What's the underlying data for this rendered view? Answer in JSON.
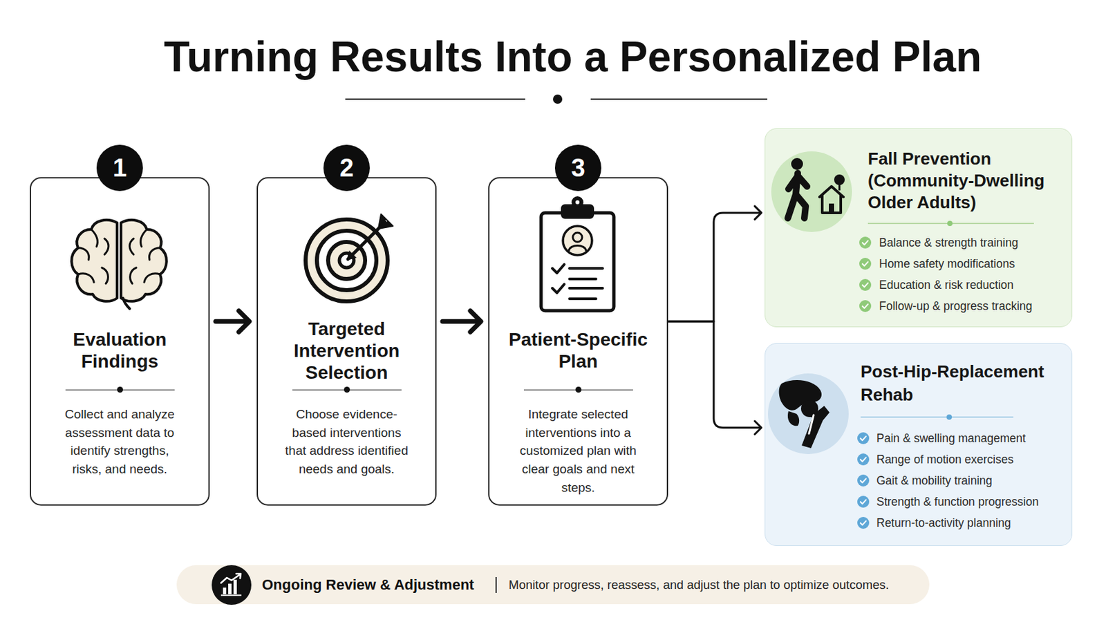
{
  "diagram": {
    "title": "Turning Results Into a Personalized Plan",
    "nodes": [
      {
        "text": [
          "Evaluation Findings",
          "Collect and analyze assessment data to identify strengths, risks, and needs."
        ]
      },
      {
        "text": [
          "1"
        ],
        "in": 0
      },
      {
        "text": [
          "Targeted Intervention Selection",
          "Choose evidence-based interventions that address identified needs and goals."
        ]
      },
      {
        "text": [
          "2"
        ],
        "in": 2
      },
      {
        "text": [
          "Patient-Specific Plan",
          "Integrate selected interventions into a customized plan with clear goals and next steps."
        ]
      },
      {
        "text": [
          "3"
        ],
        "in": 4
      },
      {
        "text": [
          "Fall Prevention (Community-Dwelling Older Adults)",
          "Balance & strength training",
          "Home safety modifications",
          "Education & risk reduction",
          "Follow-up & progress tracking"
        ]
      },
      {
        "text": [
          "Post-Hip-Replacement Rehab",
          "Pain & swelling management",
          "Range of motion exercises",
          "Gait & mobility training",
          "Strength & function progression",
          "Return-to-activity planning"
        ]
      },
      {
        "text": [
          "Ongoing Review & Adjustment",
          "Monitor progress, reassess, and adjust the plan to optimize outcomes."
        ]
      }
    ],
    "edges": [
      {
        "from": 0,
        "to": 2,
        "arrow": "to"
      },
      {
        "from": 2,
        "to": 4,
        "arrow": "to"
      },
      {
        "from": 4,
        "to": 6,
        "arrow": "to"
      },
      {
        "from": 4,
        "to": 7,
        "arrow": "to"
      }
    ]
  }
}
